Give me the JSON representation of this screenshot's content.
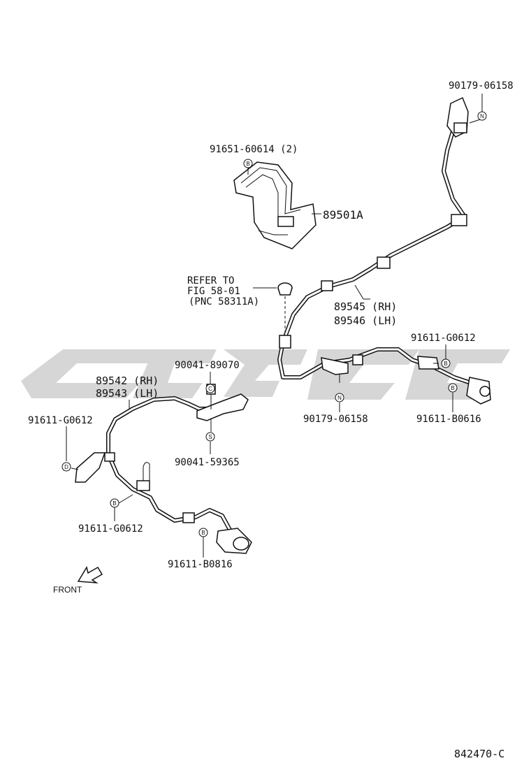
{
  "diagram_id": "842470-C",
  "front_label": "FRONT",
  "refer_note": {
    "line1": "REFER TO",
    "line2": "FIG 58-01",
    "line3": "(PNC 58311A)"
  },
  "callouts": {
    "bolt_top_right": "90179-06158",
    "bolt_bracket": "91651-60614 (2)",
    "bracket": "89501A",
    "rear_sensor_rh": "89545 (RH)",
    "rear_sensor_lh": "89546 (LH)",
    "rear_bolt_upper": "91611-G0612",
    "rear_bolt_sensor": "91611-B0616",
    "rear_bolt_center": "90179-06158",
    "clip_upper": "90041-89070",
    "clip_lower": "90041-59365",
    "front_sensor_rh": "89542 (RH)",
    "front_sensor_lh": "89543 (LH)",
    "front_bolt_left": "91611-G0612",
    "front_bolt_mid": "91611-G0612",
    "front_bolt_sensor": "91611-B0816"
  },
  "badges": {
    "n": "N",
    "b": "B",
    "s": "S",
    "d": "D",
    "c": "C"
  },
  "icons": {
    "front_arrow": "front-direction-arrow-icon",
    "watermark": "brand-watermark"
  }
}
